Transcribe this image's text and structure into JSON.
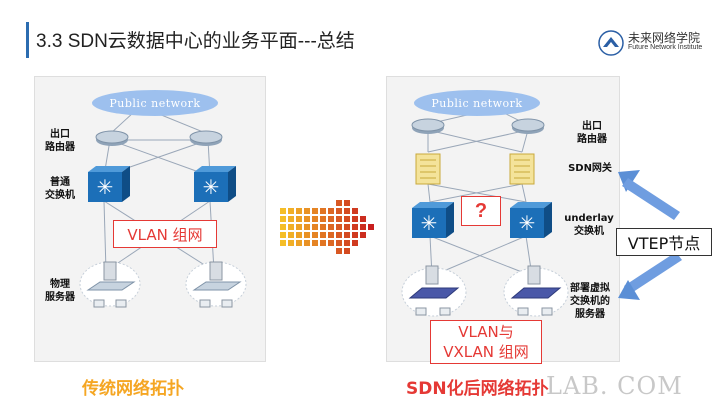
{
  "header": {
    "title": "3.3 SDN云数据中心的业务平面---总结"
  },
  "logo": {
    "name_cn": "未来网络学院",
    "name_en": "Future Network Institute"
  },
  "left": {
    "cloud": "Public network",
    "labels": {
      "router": "出口\n路由器",
      "switch": "普通\n交换机",
      "server": "物理\n服务器"
    },
    "box": "VLAN 组网",
    "caption": "传统网络拓扑"
  },
  "right": {
    "cloud": "Public network",
    "labels": {
      "router": "出口\n路由器",
      "gateway": "SDN网关",
      "underlay": "underlay\n交换机",
      "vswitch": "部署虚拟\n交换机的\n服务器"
    },
    "question": "?",
    "box_line1": "VLAN与",
    "box_line2": "VXLAN 组网",
    "caption": "SDN化后网络拓扑"
  },
  "vtep": "VTEP节点",
  "watermark": "LAB. COM",
  "colors": {
    "accent_red": "#e53935",
    "caption_orange": "#f5a623",
    "caption_red": "#e53935",
    "cloud": "#9dc0ee",
    "arrow_blue": "#5b8fd6"
  }
}
